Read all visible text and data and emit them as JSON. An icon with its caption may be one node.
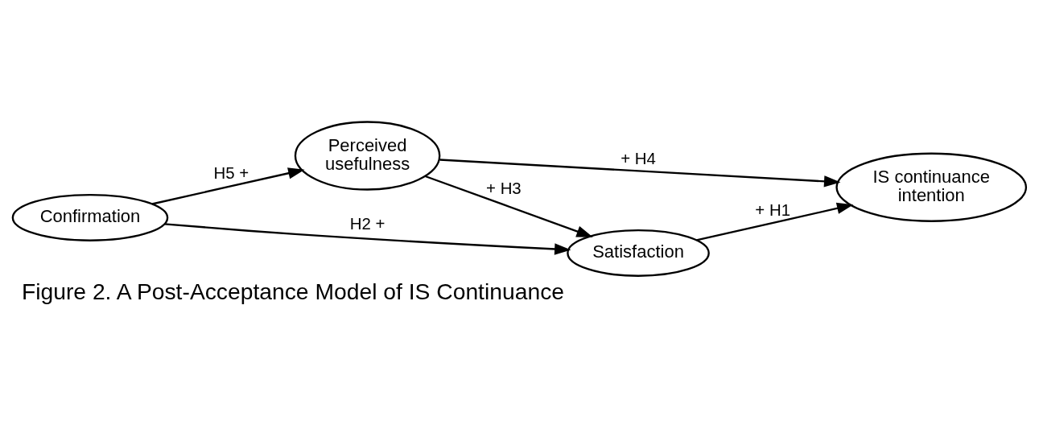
{
  "diagram": {
    "caption": "Figure 2. A Post-Acceptance Model of IS Continuance",
    "nodes": [
      {
        "text": [
          "Perceived usefulness"
        ]
      },
      {
        "text": [
          "Satisfaction"
        ]
      },
      {
        "text": [
          "IS continuance intention"
        ]
      },
      {
        "text": [
          "Confirmation"
        ]
      }
    ],
    "edges": [
      {
        "from": 0,
        "to": 2,
        "arrow": "to",
        "label": "+ H4"
      },
      {
        "from": 0,
        "to": 1,
        "arrow": "to",
        "label": "+ H3"
      },
      {
        "from": 1,
        "to": 2,
        "arrow": "to",
        "label": "+ H1"
      },
      {
        "from": 3,
        "to": 0,
        "arrow": "to",
        "label": "H5 +"
      },
      {
        "from": 3,
        "to": 1,
        "arrow": "to",
        "label": "H2 +"
      }
    ]
  }
}
